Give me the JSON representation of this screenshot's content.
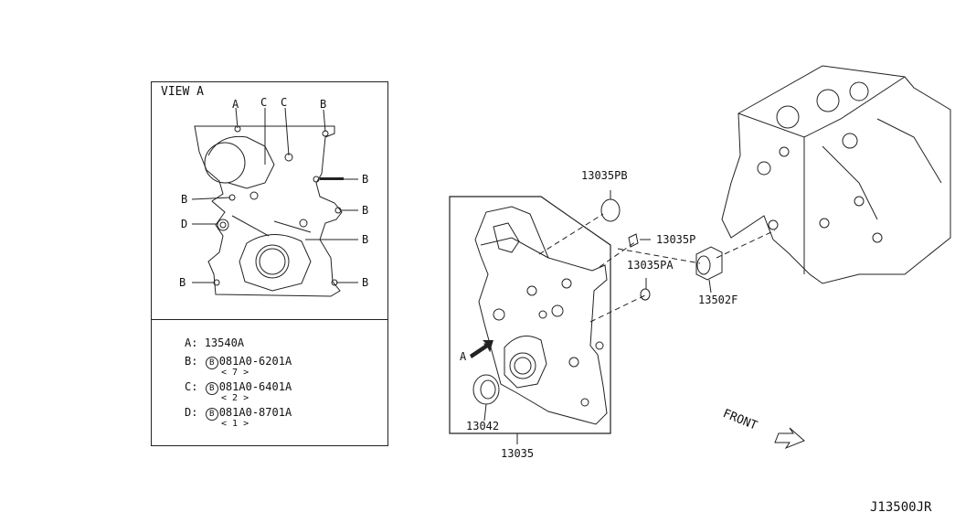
{
  "view": {
    "title": "VIEW A",
    "callouts": {
      "a": "A",
      "b": "B",
      "c": "C",
      "d": "D"
    }
  },
  "legend": [
    {
      "key": "A",
      "sep": ":",
      "bolt": "",
      "part": "13540A",
      "qty": ""
    },
    {
      "key": "B",
      "sep": ":",
      "bolt": "B",
      "part": "081A0-6201A",
      "qty": "< 7 >"
    },
    {
      "key": "C",
      "sep": ":",
      "bolt": "B",
      "part": "081A0-6401A",
      "qty": "< 2 >"
    },
    {
      "key": "D",
      "sep": ":",
      "bolt": "B",
      "part": "081A0-8701A",
      "qty": "< 1 >"
    }
  ],
  "parts": {
    "p13035PB": "13035PB",
    "p13035P": "13035P",
    "p13035PA": "13035PA",
    "p13502F": "13502F",
    "p13042": "13042",
    "p13035": "13035"
  },
  "arrow_a": "A",
  "front": "FRONT",
  "diagram_code": "J13500JR"
}
